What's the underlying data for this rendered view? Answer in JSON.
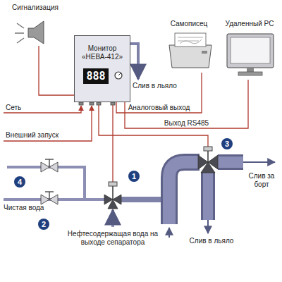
{
  "diagram": {
    "nodes": [
      {
        "text": [
          "Сигнализация"
        ]
      },
      {
        "text": [
          "Монитор «НЕВА-412»"
        ]
      },
      {
        "text": [
          "888"
        ],
        "in": 1
      },
      {
        "text": [
          "Самописец"
        ]
      },
      {
        "text": [
          "Удаленный PC"
        ]
      }
    ],
    "edges": [
      {
        "from": 1,
        "to": 0,
        "arrow": "none"
      },
      {
        "from": 1,
        "to": 3,
        "label": "Аналоговый выход",
        "arrow": "none"
      },
      {
        "from": 1,
        "to": 4,
        "label": "Выход RS485",
        "arrow": "none"
      }
    ],
    "labels": [
      "Слив в льяло",
      "Сеть",
      "Внешний запуск",
      "Чистая вода",
      "Нефтесодержащая вода на выходе сепаратора",
      "Слив за борт",
      "Слив в льяло",
      "1",
      "2",
      "3",
      "4"
    ]
  }
}
